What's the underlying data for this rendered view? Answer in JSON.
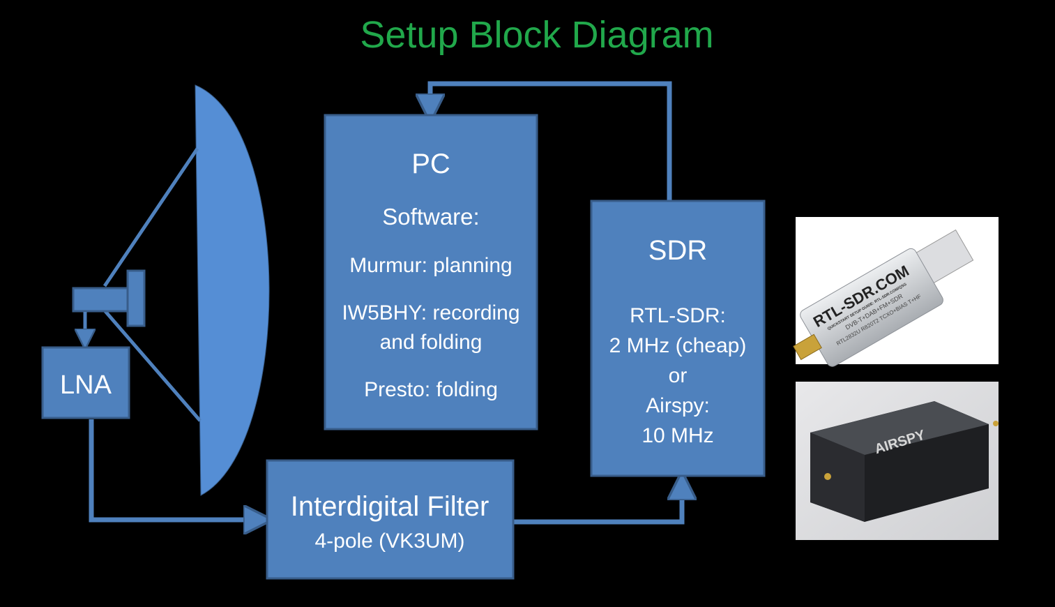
{
  "title": "Setup Block Diagram",
  "colors": {
    "title": "#21a84b",
    "box_fill": "#4f81bd",
    "box_border": "#385d8a",
    "dish_fill": "#558ed5",
    "background": "#000000"
  },
  "blocks": {
    "lna": {
      "label": "LNA"
    },
    "pc": {
      "title": "PC",
      "software_heading": "Software:",
      "lines": [
        "Murmur: planning",
        "IW5BHY: recording",
        "and folding",
        "Presto: folding"
      ]
    },
    "sdr": {
      "title": "SDR",
      "lines": [
        "RTL-SDR:",
        "2 MHz (cheap)",
        "or",
        "Airspy:",
        "10 MHz"
      ]
    },
    "filter": {
      "title": "Interdigital Filter",
      "subtitle": "4-pole (VK3UM)"
    }
  },
  "photos": {
    "rtl_sdr": {
      "brand": "RTL-SDR.COM",
      "lines": [
        "QUICKSTART SETUP GUIDE: RTL-SDR.COM/QSG",
        "DVB-T+DAB+FM+SDR",
        "RTL2832U R820T2 TCXO+BIAS T+HF"
      ]
    },
    "airspy": {
      "brand": "AIRSPY"
    }
  },
  "icons": [
    "dish-antenna-icon",
    "feed-horn-icon"
  ]
}
